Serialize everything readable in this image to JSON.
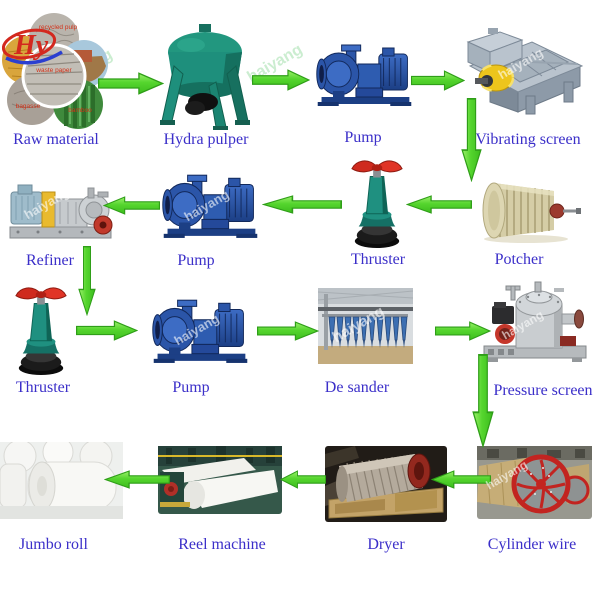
{
  "diagram": {
    "subject": "paper making machine process flow",
    "background": "#ffffff"
  },
  "branding": {
    "watermark": "haiyang",
    "logo_script": "Hy"
  },
  "colors": {
    "label_text": "#3b2fc9",
    "arrow_fill": "#55d52e",
    "arrow_edge": "#2f9e18",
    "pulper_teal": "#1e8f7c",
    "pump_blue": "#2b55a8",
    "thruster_teal": "#1f9080",
    "machine_grey": "#c6cacd",
    "potcher_cream": "#d5cda6",
    "red_accent": "#c5372b",
    "yellow_accent": "#edc51c"
  },
  "raw_material_captions": [
    "recycled pulp",
    "waste paper",
    "bagasse",
    "bamboo"
  ],
  "nodes": [
    {
      "id": "raw-material",
      "label": "Raw material"
    },
    {
      "id": "hydra-pulper",
      "label": "Hydra pulper"
    },
    {
      "id": "pump-1",
      "label": "Pump"
    },
    {
      "id": "vibrating-screen",
      "label": "Vibrating screen"
    },
    {
      "id": "potcher",
      "label": "Potcher"
    },
    {
      "id": "thruster-1",
      "label": "Thruster"
    },
    {
      "id": "pump-2",
      "label": "Pump"
    },
    {
      "id": "refiner",
      "label": "Refiner"
    },
    {
      "id": "thruster-2",
      "label": "Thruster"
    },
    {
      "id": "pump-3",
      "label": "Pump"
    },
    {
      "id": "de-sander",
      "label": "De sander"
    },
    {
      "id": "pressure-screen",
      "label": "Pressure screen"
    },
    {
      "id": "cylinder-wire",
      "label": "Cylinder wire"
    },
    {
      "id": "dryer",
      "label": "Dryer"
    },
    {
      "id": "reel-machine",
      "label": "Reel machine"
    },
    {
      "id": "jumbo-roll",
      "label": "Jumbo roll"
    }
  ],
  "connections": [
    {
      "from": "Raw material",
      "to": "Hydra pulper"
    },
    {
      "from": "Hydra pulper",
      "to": "Pump"
    },
    {
      "from": "Pump",
      "to": "Vibrating screen"
    },
    {
      "from": "Vibrating screen",
      "to": "Potcher"
    },
    {
      "from": "Potcher",
      "to": "Thruster"
    },
    {
      "from": "Thruster",
      "to": "Pump"
    },
    {
      "from": "Pump",
      "to": "Refiner"
    },
    {
      "from": "Refiner",
      "to": "Thruster"
    },
    {
      "from": "Thruster",
      "to": "Pump"
    },
    {
      "from": "Pump",
      "to": "De sander"
    },
    {
      "from": "De sander",
      "to": "Pressure screen"
    },
    {
      "from": "Pressure screen",
      "to": "Cylinder wire"
    },
    {
      "from": "Cylinder wire",
      "to": "Dryer"
    },
    {
      "from": "Dryer",
      "to": "Reel machine"
    },
    {
      "from": "Reel machine",
      "to": "Jumbo roll"
    }
  ]
}
